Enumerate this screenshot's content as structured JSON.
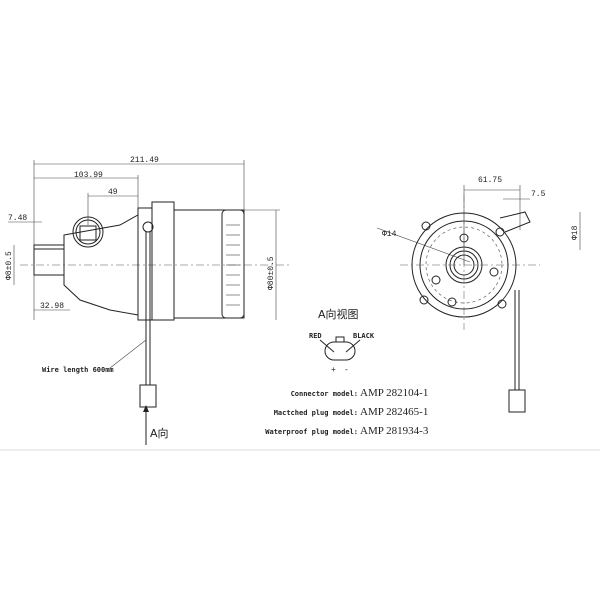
{
  "side_view": {
    "dims": {
      "overall_length": "211.49",
      "inlet_to_flange": "103.99",
      "outlet_offset": "49",
      "inlet_lip": "7.48",
      "inlet_diameter": "Φ8±0.5",
      "inlet_length": "32.98",
      "body_diameter": "Φ80±0.5"
    },
    "wire_length": "Wire length 600mm",
    "view_arrow": "A向"
  },
  "front_view": {
    "dims": {
      "horizontal": "61.75",
      "offset": "7.5",
      "outlet_diameter": "Φ14",
      "vertical_diameter": "Φ18"
    }
  },
  "connector_view": {
    "title": "A向视图",
    "red_label": "RED",
    "black_label": "BLACK",
    "plus": "+",
    "minus": "-"
  },
  "models": [
    {
      "label": "Connector model:",
      "value": "AMP 282104-1"
    },
    {
      "label": "Mactched plug model:",
      "value": "AMP 282465-1"
    },
    {
      "label": "Waterproof plug model:",
      "value": "AMP 281934-3"
    }
  ]
}
